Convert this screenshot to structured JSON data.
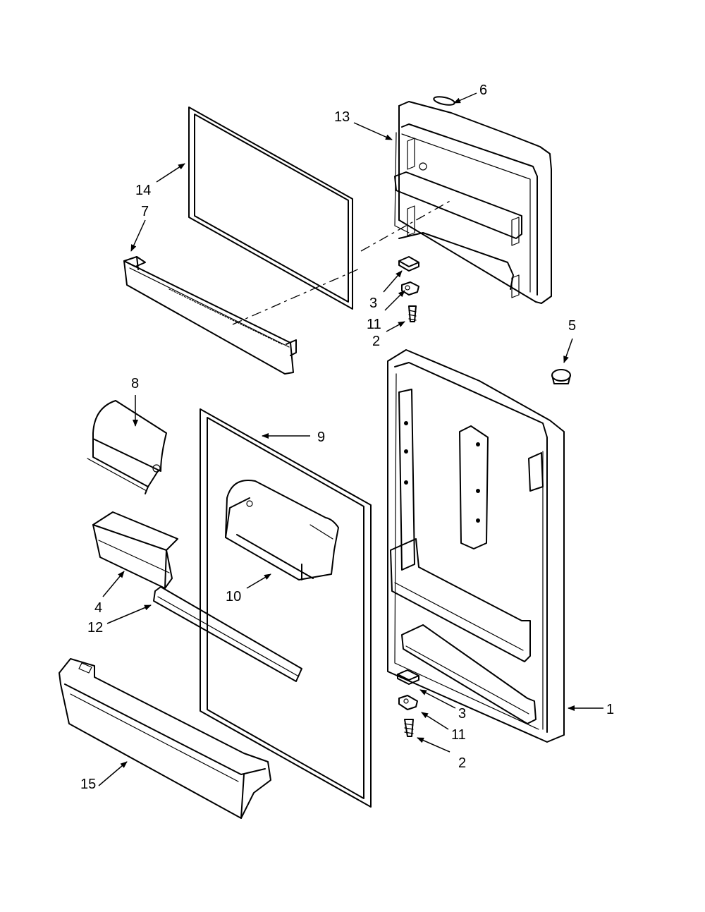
{
  "callouts": {
    "c1": "1",
    "c2a": "2",
    "c2b": "2",
    "c3a": "3",
    "c3b": "3",
    "c4": "4",
    "c5": "5",
    "c6": "6",
    "c7": "7",
    "c8": "8",
    "c9": "9",
    "c10": "10",
    "c11a": "11",
    "c11b": "11",
    "c12": "12",
    "c13": "13",
    "c14": "14",
    "c15": "15"
  }
}
